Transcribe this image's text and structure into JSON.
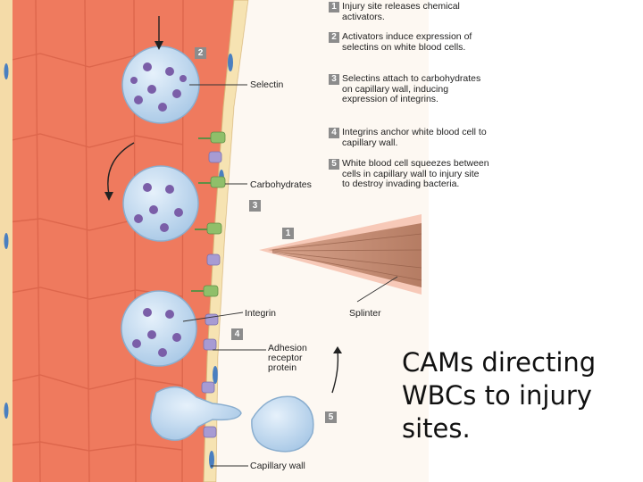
{
  "steps": [
    {
      "num": "1",
      "text": "Injury site releases chemical activators."
    },
    {
      "num": "2",
      "text": "Activators induce expression of selectins on white blood cells."
    },
    {
      "num": "3",
      "text": "Selectins attach to carbohydrates on capillary wall, inducing expression of integrins."
    },
    {
      "num": "4",
      "text": "Integrins anchor white blood cell to capillary wall."
    },
    {
      "num": "5",
      "text": "White blood cell squeezes between cells in capillary wall to injury site to destroy invading bacteria."
    }
  ],
  "labels": {
    "selectin": "Selectin",
    "carbohydrates": "Carbohydrates",
    "integrin": "Integrin",
    "adhesion": "Adhesion receptor protein",
    "splinter": "Splinter",
    "capillary_wall": "Capillary wall"
  },
  "badges": {
    "b1": "1",
    "b2": "2",
    "b3": "3",
    "b4": "4",
    "b5": "5"
  },
  "caption": "CAMs directing WBCs to injury sites.",
  "colors": {
    "vessel": "#ef7a5e",
    "wall": "#f6e3b2",
    "cell": "#c9dff2",
    "nucleus": "#7a5ea8",
    "selectin": "#8fbf6a",
    "receptor": "#a79bd3",
    "splinter": "#c9917a"
  }
}
